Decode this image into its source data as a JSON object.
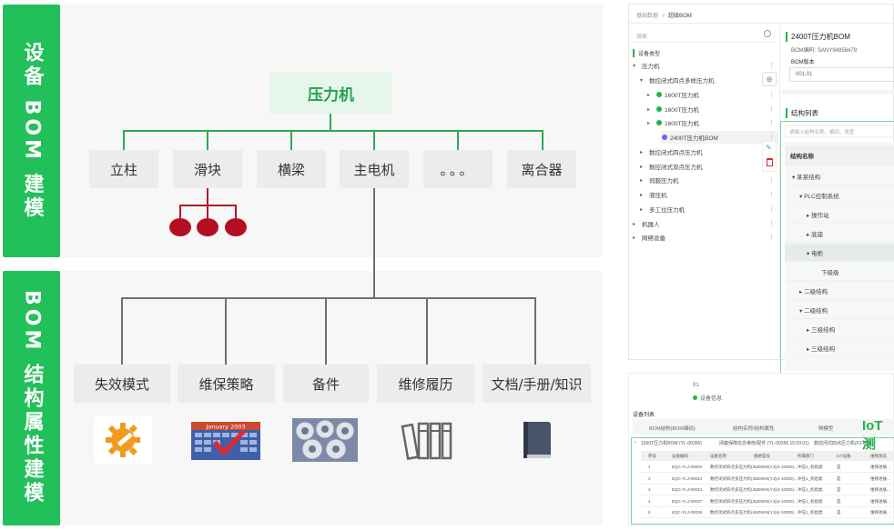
{
  "left": {
    "band1": "设备 BOM 建模",
    "band2": "BOM 结构属性建模",
    "root": "压力机",
    "parts": [
      "立柱",
      "滑块",
      "横梁",
      "主电机",
      "。。。",
      "离合器"
    ],
    "attributes": [
      "失效模式",
      "维保策略",
      "备件",
      "维修履历",
      "文档/手册/知识"
    ],
    "icon_names": [
      "gear-wrench-icon",
      "calendar-check-icon",
      "spare-parts-icon",
      "binders-icon",
      "book-icon"
    ],
    "calendar_text": "January 2003"
  },
  "shot1": {
    "breadcrumb": [
      "基础数据",
      "/",
      "超级BOM"
    ],
    "search_placeholder": "搜索",
    "section": "设备类型",
    "tree": [
      {
        "label": "压力机",
        "caret": "▾"
      },
      {
        "label": "数控闭式四点多样压力机",
        "caret": "▾"
      },
      {
        "label": "1600T压力机",
        "caret": "▸"
      },
      {
        "label": "1600T压力机",
        "caret": "▸"
      },
      {
        "label": "1600T压力机",
        "caret": "▸"
      },
      {
        "label": "2400T压力机BOM",
        "caret": ""
      },
      {
        "label": "数控闭式四点压力机",
        "caret": "▸"
      },
      {
        "label": "数控闭式双点压力机",
        "caret": "▸"
      },
      {
        "label": "伺服压力机",
        "caret": "▸"
      },
      {
        "label": "液压机",
        "caret": "▸"
      },
      {
        "label": "多工位压力机",
        "caret": "▸"
      },
      {
        "label": "机器人",
        "caret": "▸"
      },
      {
        "label": "网络设备",
        "caret": "▸"
      }
    ],
    "bom_title": "2400T压力机BOM",
    "bom_code": "BOM编码: SANY94858479",
    "bom_version_label": "BOM版本",
    "bom_version": "001.01",
    "struct_title": "结构列表",
    "struct_search": "请输入结构名称、编码、类型",
    "struct_header": "结构名称",
    "struct_rows": [
      {
        "label": "▾  某某结构",
        "indent": 0
      },
      {
        "label": "▾  PLC控制系统",
        "indent": 1
      },
      {
        "label": "▸  操作站",
        "indent": 2
      },
      {
        "label": "▸  底座",
        "indent": 2
      },
      {
        "label": "▾  电柜",
        "indent": 2
      },
      {
        "label": "下级级",
        "indent": 3
      },
      {
        "label": "▸  二级结构",
        "indent": 1
      },
      {
        "label": "▾  二级结构",
        "indent": 1
      },
      {
        "label": "▸  三级结构",
        "indent": 2
      },
      {
        "label": "▸  三级结构",
        "indent": 2
      }
    ]
  },
  "shot2": {
    "top_text": "01",
    "radio_text": "设备信息",
    "section": "设备列表",
    "headers": [
      "BOM结构(BOM编码)",
      "结构名称/结构属性",
      "物模型"
    ],
    "iot": "IoT测",
    "group_row": [
      "1000T压力机BOM (YL-00356)",
      "闭塞保障信息维修/配件 (YL-00356 15:03:01)",
      "数控闭式四点压力机(F2-P5)"
    ],
    "cols": [
      "序号",
      "设备编码",
      "设备名称",
      "规格型号",
      "所属部门",
      "IoT设备",
      "维保状态"
    ],
    "rows": [
      [
        "1",
        "EQC-YLJ-00003",
        "数控闭式四点多压力机(A...",
        "1000KN(YJ)(4-10000)...",
        "冲压1_机组类",
        "是",
        "维保进展..."
      ],
      [
        "2",
        "EQC-YLJ-00024",
        "数控闭式四点多压力机(A...",
        "1000KN(YJ)(4-10000)...",
        "冲压1_机组类",
        "是",
        "维保进展..."
      ],
      [
        "3",
        "EQC-YLJ-00034",
        "数控闭式四点多压力机(A...",
        "1000KN(YJ)(4-10000)...",
        "冲压1_机组类",
        "是",
        "维保进展..."
      ],
      [
        "4",
        "EQC-YLJ-00037",
        "数控闭式四点多压力机(A...",
        "1000KN(YJ)(4-10000)...",
        "冲压1_机组类",
        "是",
        "维保进展..."
      ],
      [
        "5",
        "EQC-YLJ-00038",
        "数控闭式四点多压力机(A...",
        "1000KN(YJ)(4-10000)...",
        "冲压1_机组类",
        "是",
        "维保进展..."
      ]
    ]
  }
}
